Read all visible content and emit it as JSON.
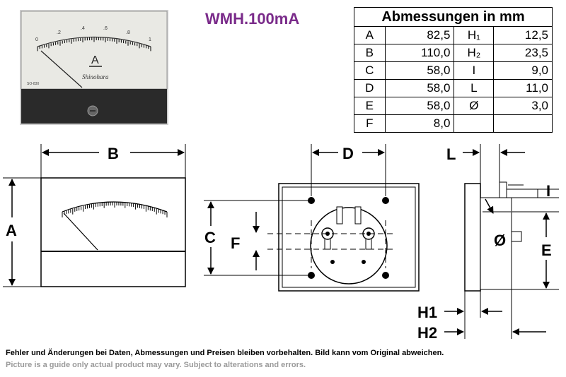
{
  "title": "WMH.100mA",
  "meter_photo": {
    "scale_labels": [
      "0",
      ".2",
      ".4",
      ".6",
      ".8",
      "1"
    ],
    "unit": "A",
    "brand": "Shinohara",
    "model": "SO-830"
  },
  "table": {
    "header": "Abmessungen in mm",
    "rows": [
      {
        "k1": "A",
        "v1": "82,5",
        "k2": "H₁",
        "v2": "12,5"
      },
      {
        "k1": "B",
        "v1": "110,0",
        "k2": "H₂",
        "v2": "23,5"
      },
      {
        "k1": "C",
        "v1": "58,0",
        "k2": "I",
        "v2": "9,0"
      },
      {
        "k1": "D",
        "v1": "58,0",
        "k2": "L",
        "v2": "11,0"
      },
      {
        "k1": "E",
        "v1": "58,0",
        "k2": "Ø",
        "v2": "3,0"
      },
      {
        "k1": "F",
        "v1": "8,0",
        "k2": "",
        "v2": ""
      }
    ]
  },
  "dimension_labels": {
    "A": "A",
    "B": "B",
    "C": "C",
    "D": "D",
    "E": "E",
    "F": "F",
    "L": "L",
    "I": "I",
    "diameter": "Ø",
    "H1": "H1",
    "H2": "H2"
  },
  "footer": {
    "line1": "Fehler und Änderungen bei Daten, Abmessungen und Preisen bleiben vorbehalten. Bild kann vom Original abweichen.",
    "line2": "Picture is a guide only actual product may vary. Subject to alterations and errors."
  }
}
